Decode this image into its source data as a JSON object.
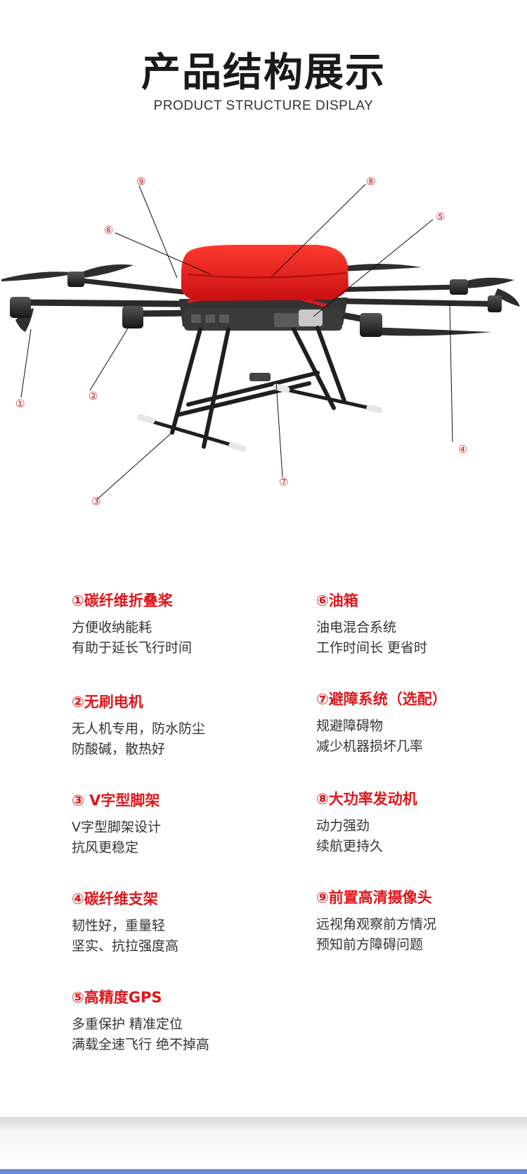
{
  "header": {
    "title": "产品结构展示",
    "subtitle": "PRODUCT STRUCTURE DISPLAY"
  },
  "diagram": {
    "callouts": [
      "①",
      "②",
      "③",
      "④",
      "⑤",
      "⑥",
      "⑦",
      "⑧",
      "⑨"
    ]
  },
  "features": [
    {
      "title": "①碳纤维折叠桨",
      "lines": [
        "方便收纳能耗",
        "有助于延长飞行时间"
      ]
    },
    {
      "title": "②无刷电机",
      "lines": [
        "无人机专用，防水防尘",
        "防酸碱，散热好"
      ]
    },
    {
      "title": "③ V字型脚架",
      "lines": [
        "V字型脚架设计",
        "抗风更稳定"
      ]
    },
    {
      "title": "④碳纤维支架",
      "lines": [
        "韧性好，重量轻",
        "坚实、抗拉强度高"
      ]
    },
    {
      "title": "⑤高精度GPS",
      "lines": [
        "多重保护 精准定位",
        "满载全速飞行 绝不掉高"
      ]
    },
    {
      "title": "⑥油箱",
      "lines": [
        "油电混合系统",
        "工作时间长 更省时"
      ]
    },
    {
      "title": "⑦避障系统（选配）",
      "lines": [
        "规避障碍物",
        "减少机器损坏几率"
      ]
    },
    {
      "title": "⑧大功率发动机",
      "lines": [
        "动力强劲",
        "续航更持久"
      ]
    },
    {
      "title": "⑨前置高清摄像头",
      "lines": [
        "远视角观察前方情况",
        "预知前方障碍问题"
      ]
    }
  ],
  "colors": {
    "accent_red": "#e0161b",
    "body_red": "#e02424",
    "frame_dark": "#2b2b2b"
  }
}
